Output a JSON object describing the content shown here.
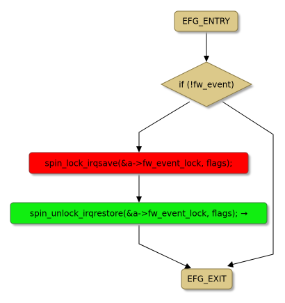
{
  "colors": {
    "terminal_fill": "#dcc98a",
    "terminal_border": "#8a7a45",
    "decision_fill": "#dcc98a",
    "decision_border": "#8a7a45",
    "lock_fill": "#ff0000",
    "lock_border": "#8b3a3a",
    "unlock_fill": "#11ee11",
    "unlock_border": "#3a7a3a",
    "shadow": "#a9a9a9",
    "edge": "#000000"
  },
  "nodes": {
    "entry": {
      "label": "EFG_ENTRY",
      "shape": "rounded-rect"
    },
    "condition": {
      "label": "if (!fw_event)",
      "shape": "diamond"
    },
    "lock": {
      "label": "spin_lock_irqsave(&a->fw_event_lock, flags);",
      "shape": "rounded-rect"
    },
    "unlock": {
      "label": "spin_unlock_irqrestore(&a->fw_event_lock, flags); →",
      "shape": "rounded-rect"
    },
    "exit": {
      "label": "EFG_EXIT",
      "shape": "rounded-rect"
    }
  }
}
